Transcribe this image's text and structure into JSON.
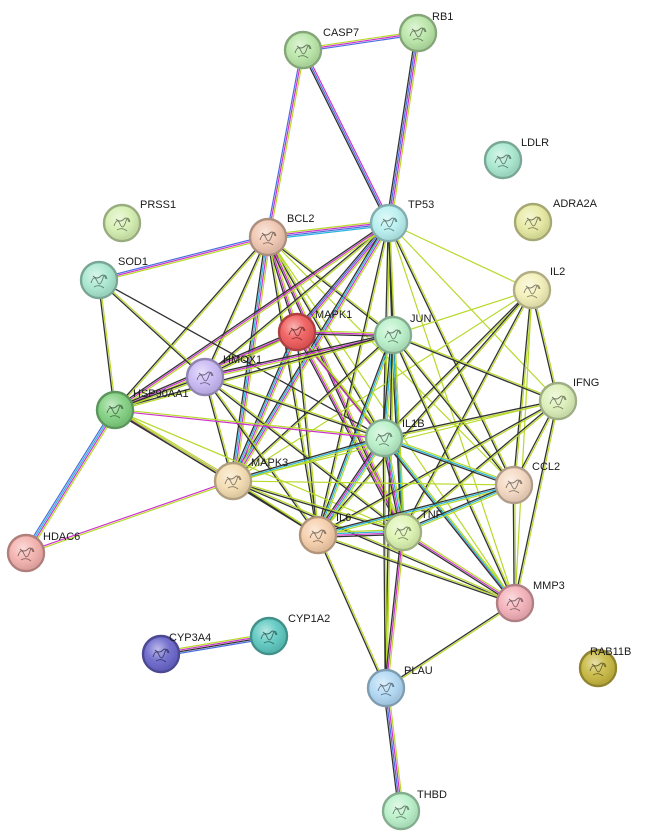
{
  "network": {
    "nodes": [
      {
        "id": "CASP7",
        "label": "CASP7",
        "color": "#b8e6a6"
      },
      {
        "id": "RB1",
        "label": "RB1",
        "color": "#b8e6a6"
      },
      {
        "id": "LDLR",
        "label": "LDLR",
        "color": "#a8e8d0"
      },
      {
        "id": "PRSS1",
        "label": "PRSS1",
        "color": "#d4efb0"
      },
      {
        "id": "ADRA2A",
        "label": "ADRA2A",
        "color": "#e6eaa0"
      },
      {
        "id": "BCL2",
        "label": "BCL2",
        "color": "#f0c6b0"
      },
      {
        "id": "TP53",
        "label": "TP53",
        "color": "#b8f0f0"
      },
      {
        "id": "SOD1",
        "label": "SOD1",
        "color": "#a8e8d0"
      },
      {
        "id": "IL2",
        "label": "IL2",
        "color": "#f4f0b8"
      },
      {
        "id": "MAPK1",
        "label": "MAPK1",
        "color": "#f05a5a"
      },
      {
        "id": "JUN",
        "label": "JUN",
        "color": "#b8f0c8"
      },
      {
        "id": "HMOX1",
        "label": "HMOX1",
        "color": "#c8b8f4"
      },
      {
        "id": "HSP90AA1",
        "label": "HSP90AA1",
        "color": "#80d080"
      },
      {
        "id": "IFNG",
        "label": "IFNG",
        "color": "#dcf0b8"
      },
      {
        "id": "IL1B",
        "label": "IL1B",
        "color": "#b8f0c8"
      },
      {
        "id": "MAPK3",
        "label": "MAPK3",
        "color": "#f4dcb0"
      },
      {
        "id": "CCL2",
        "label": "CCL2",
        "color": "#f4d8c0"
      },
      {
        "id": "HDAC6",
        "label": "HDAC6",
        "color": "#f4b0ac"
      },
      {
        "id": "IL6",
        "label": "IL6",
        "color": "#f6ceaa"
      },
      {
        "id": "TNF",
        "label": "TNF",
        "color": "#dcf4b0"
      },
      {
        "id": "MMP3",
        "label": "MMP3",
        "color": "#f4b0b8"
      },
      {
        "id": "CYP3A4",
        "label": "CYP3A4",
        "color": "#6a66cc"
      },
      {
        "id": "CYP1A2",
        "label": "CYP1A2",
        "color": "#5cc8c0"
      },
      {
        "id": "PLAU",
        "label": "PLAU",
        "color": "#b0d8f4"
      },
      {
        "id": "RAB11B",
        "label": "RAB11B",
        "color": "#c8b840"
      },
      {
        "id": "THBD",
        "label": "THBD",
        "color": "#b8f0c8"
      }
    ],
    "edges": [
      {
        "source": "CASP7",
        "target": "RB1",
        "types": [
          "yellow",
          "magenta",
          "blue"
        ]
      },
      {
        "source": "CASP7",
        "target": "BCL2",
        "types": [
          "yellow",
          "magenta",
          "blue"
        ]
      },
      {
        "source": "CASP7",
        "target": "TP53",
        "types": [
          "magenta",
          "blue",
          "dark"
        ]
      },
      {
        "source": "RB1",
        "target": "TP53",
        "types": [
          "yellow",
          "magenta",
          "blue",
          "dark"
        ]
      },
      {
        "source": "BCL2",
        "target": "TP53",
        "types": [
          "yellow",
          "magenta",
          "blue",
          "cyan"
        ]
      },
      {
        "source": "BCL2",
        "target": "SOD1",
        "types": [
          "yellow",
          "magenta",
          "blue"
        ]
      },
      {
        "source": "BCL2",
        "target": "MAPK1",
        "types": [
          "yellow",
          "magenta",
          "dark"
        ]
      },
      {
        "source": "BCL2",
        "target": "JUN",
        "types": [
          "yellow",
          "dark"
        ]
      },
      {
        "source": "BCL2",
        "target": "HMOX1",
        "types": [
          "yellow",
          "dark"
        ]
      },
      {
        "source": "BCL2",
        "target": "HSP90AA1",
        "types": [
          "yellow",
          "dark"
        ]
      },
      {
        "source": "BCL2",
        "target": "IL1B",
        "types": [
          "yellow",
          "dark"
        ]
      },
      {
        "source": "BCL2",
        "target": "MAPK3",
        "types": [
          "yellow",
          "magenta",
          "cyan",
          "dark"
        ]
      },
      {
        "source": "BCL2",
        "target": "IL6",
        "types": [
          "yellow",
          "dark"
        ]
      },
      {
        "source": "BCL2",
        "target": "TNF",
        "types": [
          "yellow",
          "magenta",
          "dark"
        ]
      },
      {
        "source": "BCL2",
        "target": "CCL2",
        "types": [
          "yellow"
        ]
      },
      {
        "source": "BCL2",
        "target": "MMP3",
        "types": [
          "yellow"
        ]
      },
      {
        "source": "TP53",
        "target": "IL2",
        "types": [
          "yellow"
        ]
      },
      {
        "source": "TP53",
        "target": "MAPK1",
        "types": [
          "yellow",
          "magenta",
          "blue",
          "dark"
        ]
      },
      {
        "source": "TP53",
        "target": "JUN",
        "types": [
          "yellow",
          "dark"
        ]
      },
      {
        "source": "TP53",
        "target": "HMOX1",
        "types": [
          "yellow",
          "dark"
        ]
      },
      {
        "source": "TP53",
        "target": "HSP90AA1",
        "types": [
          "yellow",
          "magenta",
          "dark"
        ]
      },
      {
        "source": "TP53",
        "target": "IL1B",
        "types": [
          "yellow",
          "dark"
        ]
      },
      {
        "source": "TP53",
        "target": "MAPK3",
        "types": [
          "yellow",
          "magenta",
          "cyan",
          "dark"
        ]
      },
      {
        "source": "TP53",
        "target": "IL6",
        "types": [
          "yellow",
          "dark"
        ]
      },
      {
        "source": "TP53",
        "target": "TNF",
        "types": [
          "yellow",
          "dark"
        ]
      },
      {
        "source": "TP53",
        "target": "IFNG",
        "types": [
          "yellow"
        ]
      },
      {
        "source": "TP53",
        "target": "CCL2",
        "types": [
          "yellow",
          "dark"
        ]
      },
      {
        "source": "TP53",
        "target": "MMP3",
        "types": [
          "yellow"
        ]
      },
      {
        "source": "SOD1",
        "target": "HSP90AA1",
        "types": [
          "yellow",
          "dark"
        ]
      },
      {
        "source": "SOD1",
        "target": "HMOX1",
        "types": [
          "yellow",
          "dark"
        ]
      },
      {
        "source": "SOD1",
        "target": "IL1B",
        "types": [
          "dark"
        ]
      },
      {
        "source": "IL2",
        "target": "JUN",
        "types": [
          "yellow"
        ]
      },
      {
        "source": "IL2",
        "target": "IFNG",
        "types": [
          "yellow",
          "dark"
        ]
      },
      {
        "source": "IL2",
        "target": "IL1B",
        "types": [
          "yellow",
          "dark"
        ]
      },
      {
        "source": "IL2",
        "target": "IL6",
        "types": [
          "yellow",
          "dark"
        ]
      },
      {
        "source": "IL2",
        "target": "TNF",
        "types": [
          "yellow",
          "dark"
        ]
      },
      {
        "source": "IL2",
        "target": "CCL2",
        "types": [
          "yellow",
          "dark"
        ]
      },
      {
        "source": "IL2",
        "target": "MMP3",
        "types": [
          "yellow"
        ]
      },
      {
        "source": "IL2",
        "target": "MAPK3",
        "types": [
          "yellow"
        ]
      },
      {
        "source": "MAPK1",
        "target": "JUN",
        "types": [
          "yellow",
          "magenta",
          "dark"
        ]
      },
      {
        "source": "MAPK1",
        "target": "HMOX1",
        "types": [
          "yellow",
          "dark"
        ]
      },
      {
        "source": "MAPK1",
        "target": "HSP90AA1",
        "types": [
          "yellow",
          "magenta",
          "dark"
        ]
      },
      {
        "source": "MAPK1",
        "target": "IL1B",
        "types": [
          "yellow",
          "dark"
        ]
      },
      {
        "source": "MAPK1",
        "target": "MAPK3",
        "types": [
          "yellow",
          "magenta",
          "cyan",
          "dark"
        ]
      },
      {
        "source": "MAPK1",
        "target": "IL6",
        "types": [
          "yellow",
          "dark"
        ]
      },
      {
        "source": "MAPK1",
        "target": "TNF",
        "types": [
          "yellow",
          "magenta",
          "dark"
        ]
      },
      {
        "source": "MAPK1",
        "target": "MMP3",
        "types": [
          "yellow",
          "magenta"
        ]
      },
      {
        "source": "JUN",
        "target": "HMOX1",
        "types": [
          "yellow",
          "magenta",
          "dark"
        ]
      },
      {
        "source": "JUN",
        "target": "HSP90AA1",
        "types": [
          "yellow",
          "dark"
        ]
      },
      {
        "source": "JUN",
        "target": "IFNG",
        "types": [
          "yellow",
          "dark"
        ]
      },
      {
        "source": "JUN",
        "target": "IL1B",
        "types": [
          "yellow",
          "cyan",
          "dark"
        ]
      },
      {
        "source": "JUN",
        "target": "MAPK3",
        "types": [
          "yellow",
          "dark"
        ]
      },
      {
        "source": "JUN",
        "target": "IL6",
        "types": [
          "yellow",
          "cyan",
          "dark"
        ]
      },
      {
        "source": "JUN",
        "target": "TNF",
        "types": [
          "yellow",
          "cyan",
          "dark"
        ]
      },
      {
        "source": "JUN",
        "target": "CCL2",
        "types": [
          "yellow",
          "dark"
        ]
      },
      {
        "source": "JUN",
        "target": "MMP3",
        "types": [
          "yellow",
          "dark"
        ]
      },
      {
        "source": "JUN",
        "target": "PLAU",
        "types": [
          "yellow",
          "dark"
        ]
      },
      {
        "source": "HMOX1",
        "target": "HSP90AA1",
        "types": [
          "yellow",
          "dark"
        ]
      },
      {
        "source": "HMOX1",
        "target": "IL1B",
        "types": [
          "yellow",
          "dark"
        ]
      },
      {
        "source": "HMOX1",
        "target": "MAPK3",
        "types": [
          "yellow",
          "dark"
        ]
      },
      {
        "source": "HMOX1",
        "target": "IL6",
        "types": [
          "yellow",
          "dark"
        ]
      },
      {
        "source": "HMOX1",
        "target": "TNF",
        "types": [
          "yellow",
          "dark"
        ]
      },
      {
        "source": "HSP90AA1",
        "target": "HDAC6",
        "types": [
          "yellow",
          "magenta",
          "cyan",
          "blue"
        ]
      },
      {
        "source": "HSP90AA1",
        "target": "MAPK3",
        "types": [
          "yellow",
          "magenta",
          "dark"
        ]
      },
      {
        "source": "HSP90AA1",
        "target": "IL1B",
        "types": [
          "yellow",
          "magenta"
        ]
      },
      {
        "source": "HSP90AA1",
        "target": "IL6",
        "types": [
          "yellow",
          "dark"
        ]
      },
      {
        "source": "HSP90AA1",
        "target": "TNF",
        "types": [
          "yellow"
        ]
      },
      {
        "source": "IFNG",
        "target": "IL1B",
        "types": [
          "yellow",
          "dark"
        ]
      },
      {
        "source": "IFNG",
        "target": "IL6",
        "types": [
          "yellow",
          "dark"
        ]
      },
      {
        "source": "IFNG",
        "target": "TNF",
        "types": [
          "yellow",
          "dark"
        ]
      },
      {
        "source": "IFNG",
        "target": "CCL2",
        "types": [
          "yellow",
          "dark"
        ]
      },
      {
        "source": "IFNG",
        "target": "MMP3",
        "types": [
          "yellow",
          "dark"
        ]
      },
      {
        "source": "IFNG",
        "target": "MAPK3",
        "types": [
          "yellow"
        ]
      },
      {
        "source": "IL1B",
        "target": "MAPK3",
        "types": [
          "yellow",
          "cyan",
          "dark"
        ]
      },
      {
        "source": "IL1B",
        "target": "CCL2",
        "types": [
          "yellow",
          "cyan",
          "dark"
        ]
      },
      {
        "source": "IL1B",
        "target": "IL6",
        "types": [
          "yellow",
          "cyan",
          "magenta",
          "dark"
        ]
      },
      {
        "source": "IL1B",
        "target": "TNF",
        "types": [
          "yellow",
          "cyan",
          "magenta",
          "dark"
        ]
      },
      {
        "source": "IL1B",
        "target": "MMP3",
        "types": [
          "yellow",
          "cyan",
          "dark"
        ]
      },
      {
        "source": "IL1B",
        "target": "PLAU",
        "types": [
          "yellow",
          "dark"
        ]
      },
      {
        "source": "MAPK3",
        "target": "HDAC6",
        "types": [
          "yellow",
          "magenta"
        ]
      },
      {
        "source": "MAPK3",
        "target": "IL6",
        "types": [
          "yellow",
          "dark"
        ]
      },
      {
        "source": "MAPK3",
        "target": "TNF",
        "types": [
          "yellow",
          "dark"
        ]
      },
      {
        "source": "MAPK3",
        "target": "CCL2",
        "types": [
          "yellow"
        ]
      },
      {
        "source": "MAPK3",
        "target": "MMP3",
        "types": [
          "yellow",
          "dark"
        ]
      },
      {
        "source": "CCL2",
        "target": "IL6",
        "types": [
          "yellow",
          "cyan",
          "dark"
        ]
      },
      {
        "source": "CCL2",
        "target": "TNF",
        "types": [
          "yellow",
          "cyan",
          "dark"
        ]
      },
      {
        "source": "CCL2",
        "target": "MMP3",
        "types": [
          "yellow",
          "dark"
        ]
      },
      {
        "source": "IL6",
        "target": "TNF",
        "types": [
          "yellow",
          "cyan",
          "magenta",
          "dark"
        ]
      },
      {
        "source": "IL6",
        "target": "MMP3",
        "types": [
          "yellow",
          "dark"
        ]
      },
      {
        "source": "IL6",
        "target": "PLAU",
        "types": [
          "yellow",
          "dark"
        ]
      },
      {
        "source": "TNF",
        "target": "MMP3",
        "types": [
          "yellow",
          "magenta",
          "dark"
        ]
      },
      {
        "source": "TNF",
        "target": "PLAU",
        "types": [
          "yellow",
          "magenta",
          "dark"
        ]
      },
      {
        "source": "MMP3",
        "target": "PLAU",
        "types": [
          "yellow",
          "dark"
        ]
      },
      {
        "source": "CYP3A4",
        "target": "CYP1A2",
        "types": [
          "yellow",
          "magenta",
          "dark",
          "blue"
        ]
      },
      {
        "source": "PLAU",
        "target": "THBD",
        "types": [
          "yellow",
          "magenta",
          "blue",
          "dark"
        ]
      }
    ],
    "edge_colors": {
      "yellow": "#b7d92a",
      "magenta": "#cc33cc",
      "blue": "#4a6ee0",
      "cyan": "#2ab5d9",
      "dark": "#333333"
    }
  }
}
